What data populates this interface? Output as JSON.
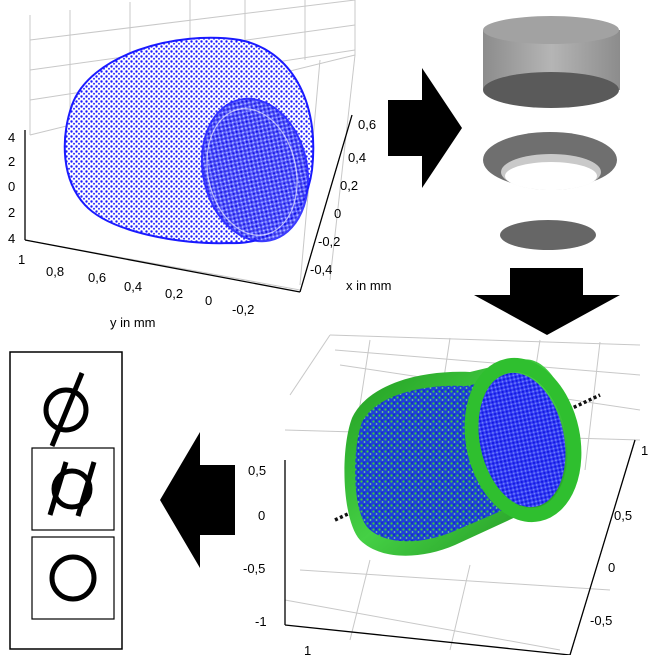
{
  "panel1": {
    "z_ticks": [
      "4",
      "2",
      "0",
      "2",
      "4"
    ],
    "y_ticks": [
      "1",
      "0,8",
      "0,6",
      "0,4",
      "0,2",
      "0",
      "-0,2"
    ],
    "x_ticks": [
      "0,6",
      "0,4",
      "0,2",
      "0",
      "-0,2",
      "-0,4"
    ],
    "y_label": "y in mm",
    "x_label": "x in mm",
    "point_color": "#1a1aff"
  },
  "panel3": {
    "left_ticks": [
      "0,5",
      "0",
      "-0,5",
      "-1"
    ],
    "right_ticks": [
      "1",
      "0,5",
      "0",
      "-0,5"
    ],
    "bottom_ticks": [
      "1"
    ],
    "cylinder_color": "#22bb22",
    "point_color": "#1a1aff"
  },
  "panel2": {
    "shape_color": "#8a8a8a"
  },
  "panel4": {
    "symbols": [
      "diameter-symbol",
      "flatness-cylinder-symbol",
      "circularity-symbol"
    ]
  },
  "arrows": [
    "arrow-right",
    "arrow-down",
    "arrow-left"
  ]
}
